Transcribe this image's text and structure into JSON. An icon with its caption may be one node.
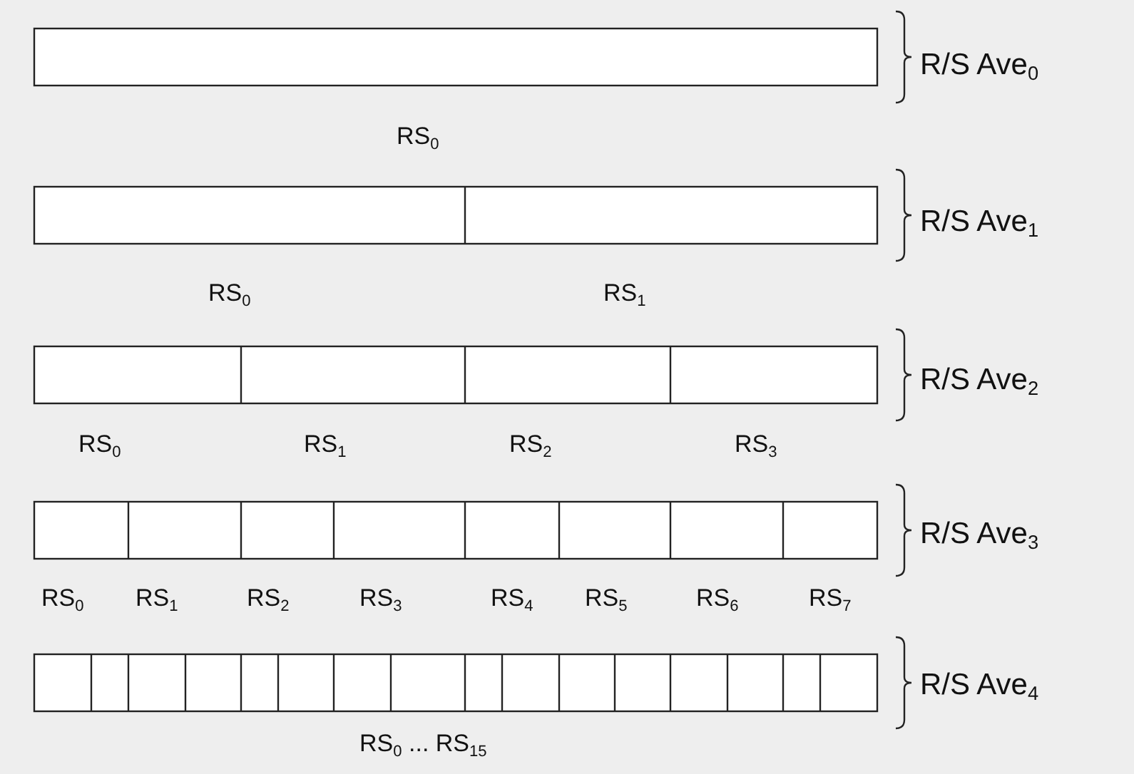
{
  "diagram": {
    "labels": [
      "R/S Ave$_{0}$",
      "RS$_{0}$",
      "R/S Ave$_{1}$",
      "RS$_{0}$",
      "RS$_{1}$",
      "R/S Ave$_{2}$",
      "RS$_{0}$",
      "RS$_{1}$",
      "RS$_{2}$",
      "RS$_{3}$",
      "R/S Ave$_{3}$",
      "RS$_{0}$",
      "RS$_{1}$",
      "RS$_{2}$",
      "RS$_{3}$",
      "RS$_{4}$",
      "RS$_{5}$",
      "RS$_{6}$",
      "RS$_{7}$",
      "R/S Ave$_{4}$",
      "RS$_{0}$ ... RS$_{15}$"
    ]
  }
}
